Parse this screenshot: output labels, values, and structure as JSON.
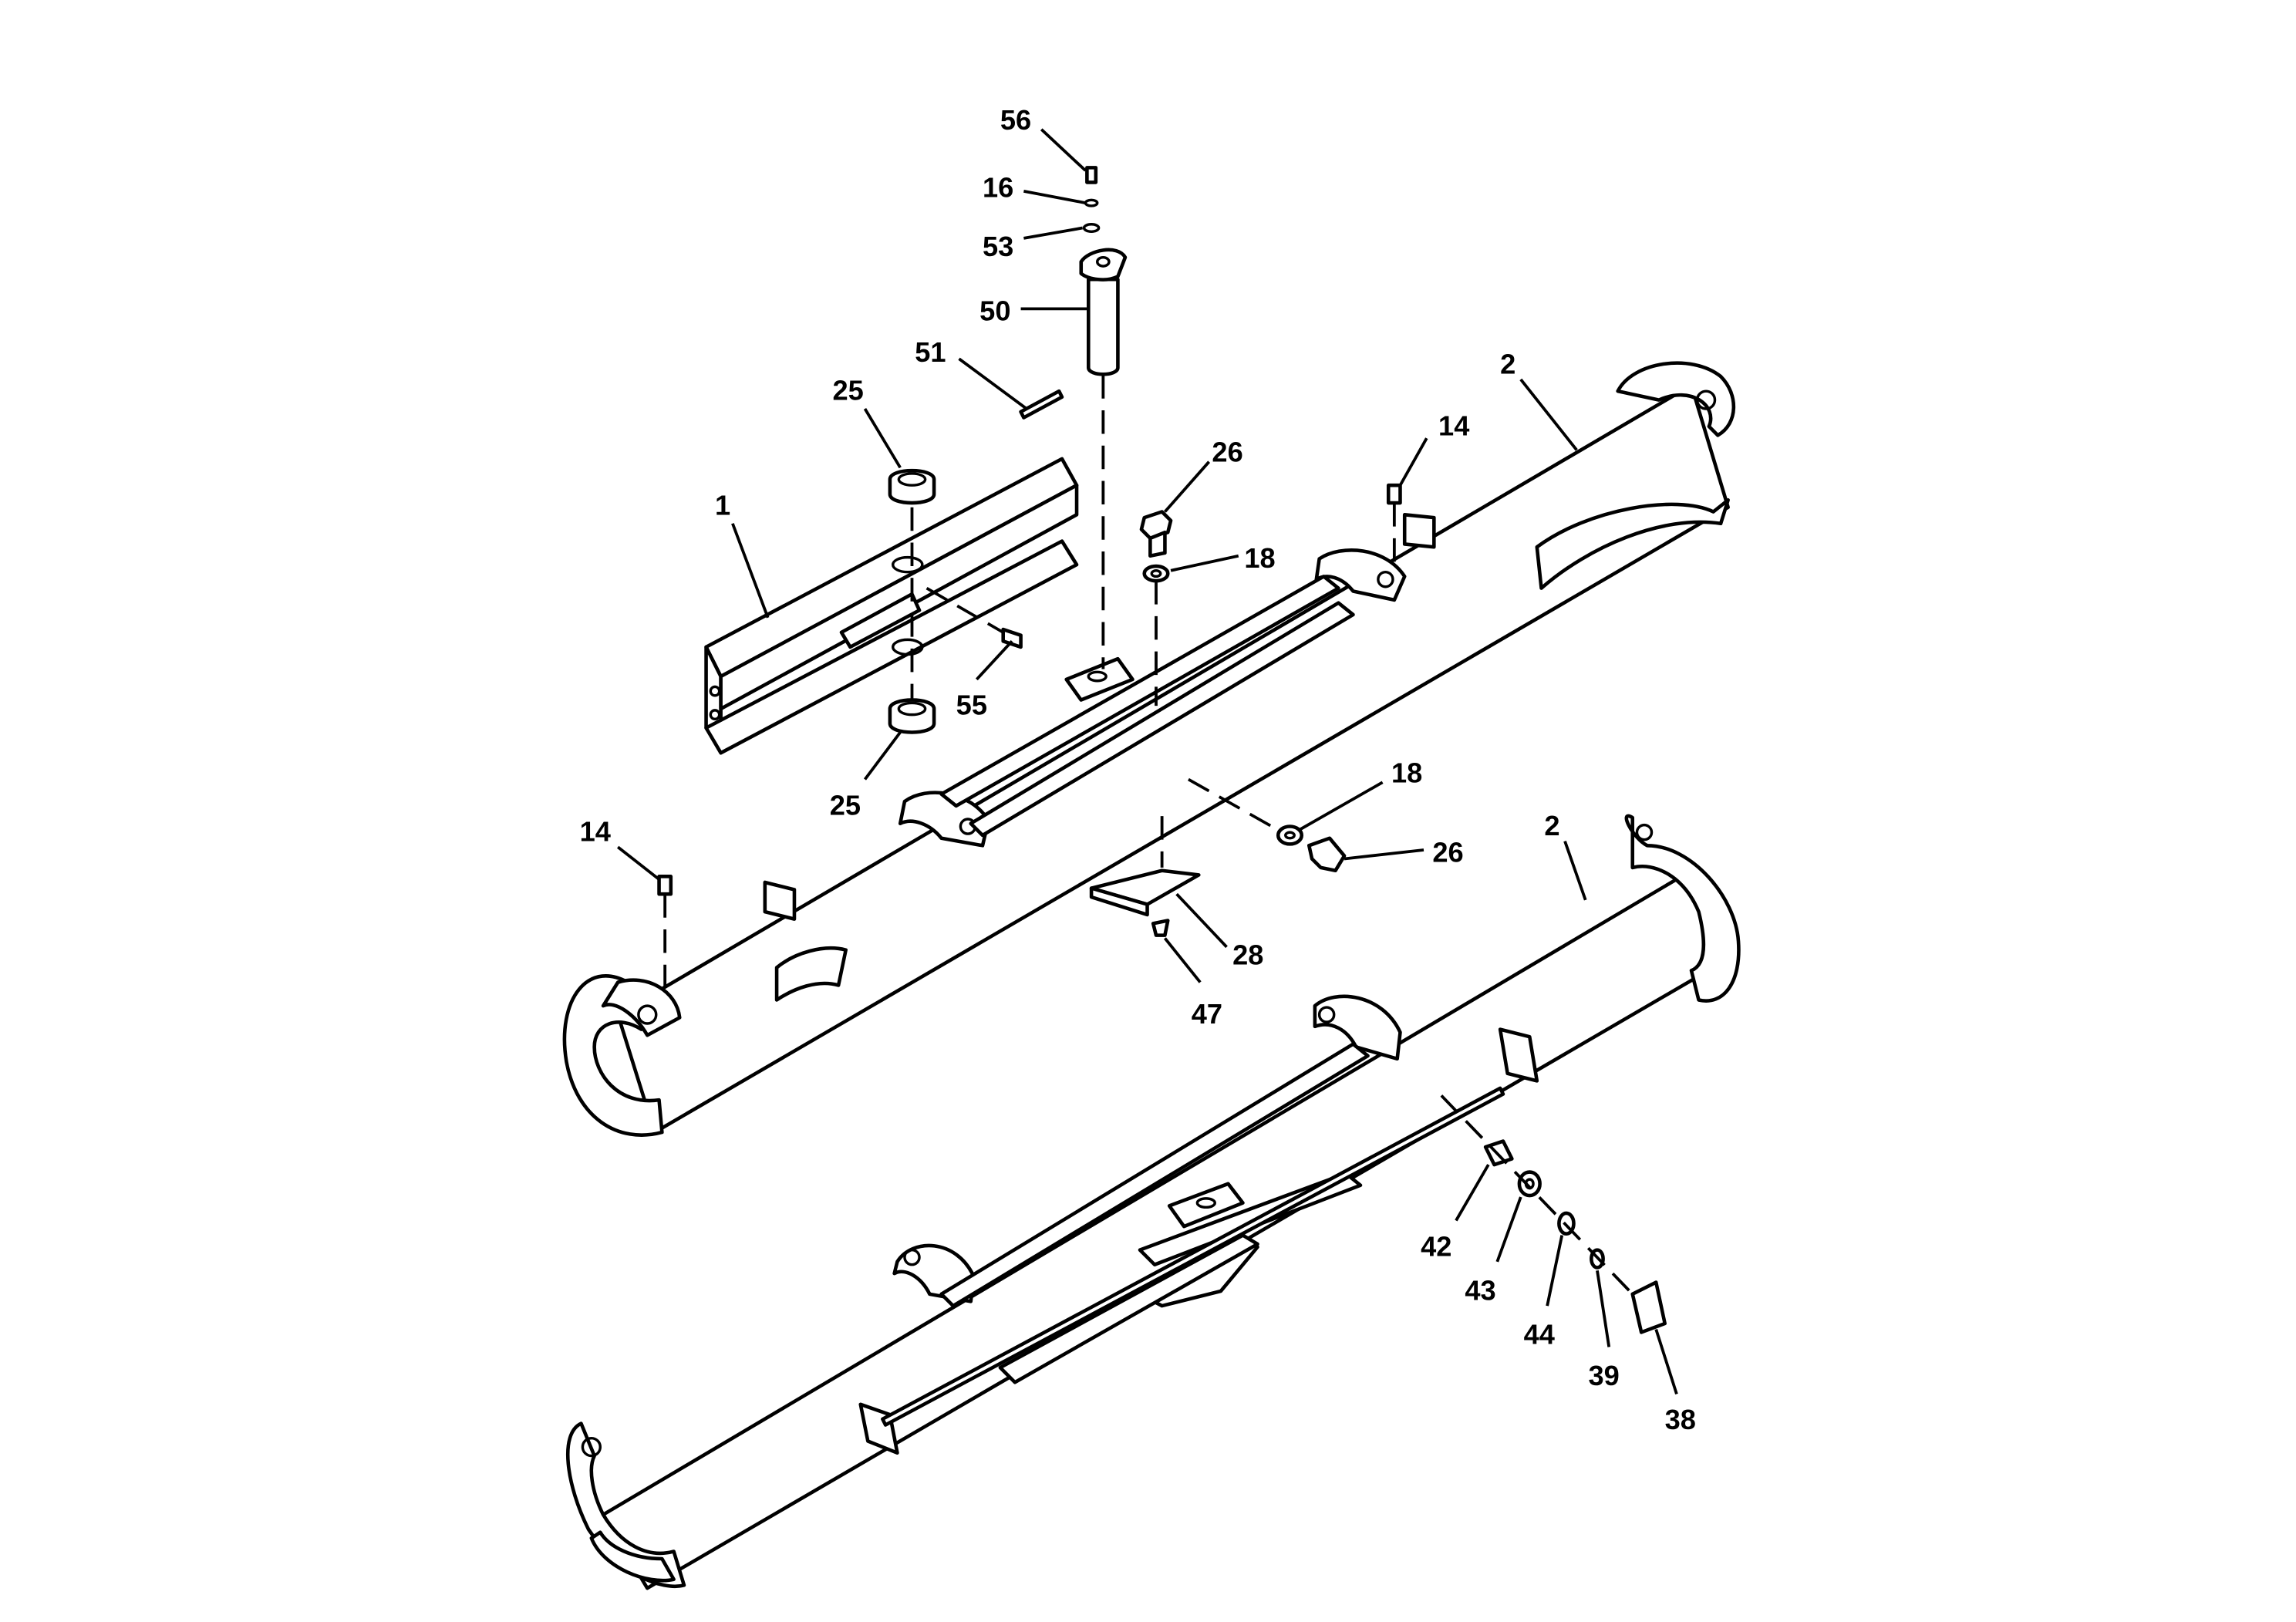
{
  "diagram": {
    "colors": {
      "line": "#000000",
      "background": "#ffffff"
    },
    "callouts": [
      {
        "id": "c56",
        "label": "56"
      },
      {
        "id": "c16",
        "label": "16"
      },
      {
        "id": "c53",
        "label": "53"
      },
      {
        "id": "c50",
        "label": "50"
      },
      {
        "id": "c51",
        "label": "51"
      },
      {
        "id": "c25a",
        "label": "25"
      },
      {
        "id": "c1",
        "label": "1"
      },
      {
        "id": "c55",
        "label": "55"
      },
      {
        "id": "c25b",
        "label": "25"
      },
      {
        "id": "c26a",
        "label": "26"
      },
      {
        "id": "c18a",
        "label": "18"
      },
      {
        "id": "c14a",
        "label": "14"
      },
      {
        "id": "c2a",
        "label": "2"
      },
      {
        "id": "c14b",
        "label": "14"
      },
      {
        "id": "c18b",
        "label": "18"
      },
      {
        "id": "c26b",
        "label": "26"
      },
      {
        "id": "c28",
        "label": "28"
      },
      {
        "id": "c47",
        "label": "47"
      },
      {
        "id": "c2b",
        "label": "2"
      },
      {
        "id": "c42",
        "label": "42"
      },
      {
        "id": "c43",
        "label": "43"
      },
      {
        "id": "c44",
        "label": "44"
      },
      {
        "id": "c39",
        "label": "39"
      },
      {
        "id": "c38",
        "label": "38"
      }
    ]
  }
}
